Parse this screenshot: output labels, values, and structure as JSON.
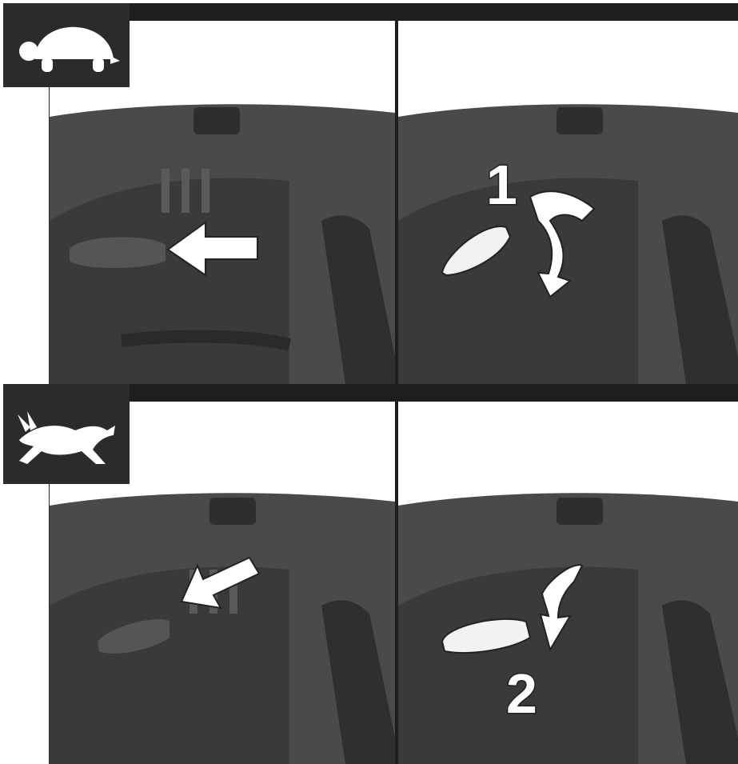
{
  "sections": [
    {
      "mode_icon": "turtle-icon",
      "panels": [
        {
          "id": "push-in",
          "arrow": "left-arrow-icon",
          "step": ""
        },
        {
          "id": "rotate-up",
          "arrow": "rotate-arrow-icon",
          "step": "1"
        }
      ]
    },
    {
      "mode_icon": "hare-icon",
      "panels": [
        {
          "id": "push-in",
          "arrow": "down-left-arrow-icon",
          "step": ""
        },
        {
          "id": "rotate-down",
          "arrow": "rotate-arrow-icon",
          "step": "2"
        }
      ]
    }
  ],
  "colors": {
    "frame": "#1e1e1e",
    "tool_body": "#4a4a4a",
    "tool_shadow": "#2e2e2e",
    "selector": "#f2f2f2"
  }
}
